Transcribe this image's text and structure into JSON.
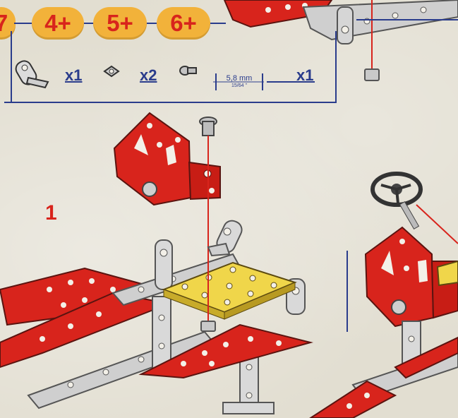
{
  "header": {
    "age_badges": [
      "7",
      "4+",
      "5+",
      "6+"
    ]
  },
  "parts_list": {
    "items": [
      {
        "icon": "angle-bracket-icon",
        "quantity": "x1"
      },
      {
        "icon": "square-nut-icon",
        "quantity": "x2"
      },
      {
        "icon": "bolt-icon",
        "quantity": ""
      },
      {
        "icon": "rod-measure-icon",
        "quantity": "x1"
      }
    ],
    "measure_label": "5,8 mm",
    "measure_sub": "15/64 \""
  },
  "step": {
    "number": "1"
  },
  "colors": {
    "part_red": "#d8241c",
    "part_yellow": "#f0d64a",
    "metal": "#cfcfcf",
    "line_blue": "#2a3c8c",
    "badge_orange": "#f2b23a"
  }
}
